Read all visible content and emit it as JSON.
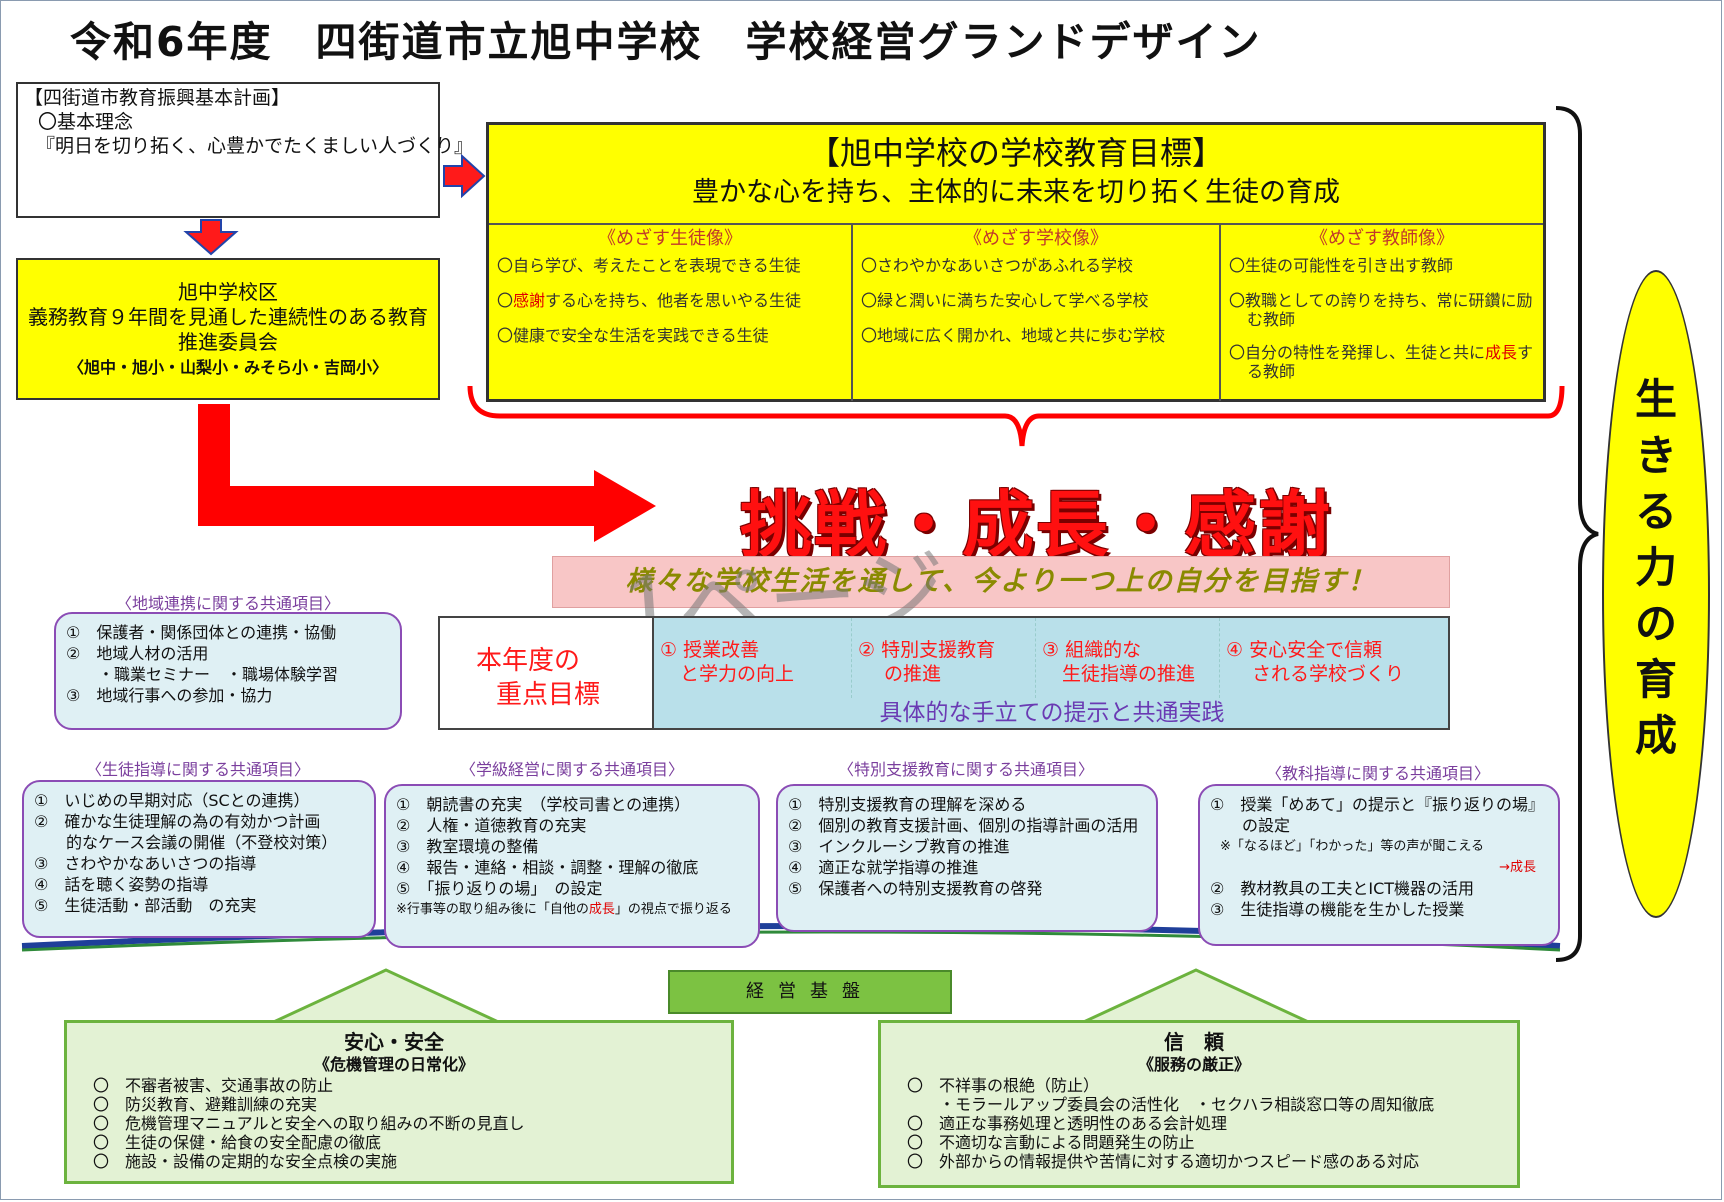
{
  "title": "令和6年度　四街道市立旭中学校　学校経営グランドデザイン",
  "plan": {
    "heading": "【四街道市教育振興基本計画】",
    "line1": "〇基本理念",
    "line2": "『明日を切り拓く、心豊かでたくましい人づくり』"
  },
  "school_zone": {
    "line1": "旭中学校区",
    "line2": "義務教育９年間を見通した連続性のある教育",
    "line3": "推進委員会",
    "line4": "〈旭中・旭小・山梨小・みそら小・吉岡小〉"
  },
  "goal": {
    "title": "【旭中学校の学校教育目標】",
    "subtitle": "豊かな心を持ち、主体的に未来を切り拓く生徒の育成",
    "columns": [
      {
        "heading": "《めざす生徒像》",
        "items": [
          {
            "pre": "〇自ら学び、考えたことを表現できる生徒",
            "red": "",
            "post": ""
          },
          {
            "pre": "〇",
            "red": "感謝",
            "post": "する心を持ち、他者を思いやる生徒"
          },
          {
            "pre": "〇健康で安全な生活を実践できる生徒",
            "red": "",
            "post": ""
          }
        ]
      },
      {
        "heading": "《めざす学校像》",
        "items": [
          {
            "pre": "〇さわやかなあいさつがあふれる学校",
            "red": "",
            "post": ""
          },
          {
            "pre": "〇緑と潤いに満ちた安心して学べる学校",
            "red": "",
            "post": ""
          },
          {
            "pre": "〇地域に広く開かれ、地域と共に歩む学校",
            "red": "",
            "post": ""
          }
        ]
      },
      {
        "heading": "《めざす教師像》",
        "items": [
          {
            "pre": "〇生徒の可能性を引き出す教師",
            "red": "",
            "post": ""
          },
          {
            "pre": "〇教職としての誇りを持ち、常に研鑽に励む教師",
            "red": "",
            "post": ""
          },
          {
            "pre": "〇自分の特性を発揮し、生徒と共に",
            "red": "成長",
            "post": "する教師"
          }
        ]
      }
    ]
  },
  "slogan": "挑戦・成長・感謝",
  "subslogan": "様々な学校生活を通して、今より一つ上の自分を目指す！",
  "watermark": "1ページ",
  "priority": {
    "label_line1": "本年度の",
    "label_line2": "重点目標",
    "items": [
      {
        "line1": "① 授業改善",
        "line2": "と学力の向上"
      },
      {
        "line1": "② 特別支援教育",
        "line2": "の推進"
      },
      {
        "line1": "③ 組織的な",
        "line2": "生徒指導の推進"
      },
      {
        "line1": "④ 安心安全で信頼",
        "line2": "される学校づくり"
      }
    ],
    "footer": "具体的な手立ての提示と共通実践"
  },
  "common": {
    "regional": {
      "title": "〈地域連携に関する共通項目〉",
      "lines": [
        "①　保護者・関係団体との連携・協働",
        "②　地域人材の活用",
        "　　・職業セミナー　・職場体験学習",
        "③　地域行事への参加・協力"
      ]
    },
    "guidance": {
      "title": "〈生徒指導に関する共通項目〉",
      "lines": [
        "①　いじめの早期対応（SCとの連携）",
        "②　確かな生徒理解の為の有効かつ計画",
        "　　的なケース会議の開催（不登校対策）",
        "③　さわやかなあいさつの指導",
        "④　話を聴く姿勢の指導",
        "⑤　生徒活動・部活動　の充実"
      ]
    },
    "class": {
      "title": "〈学級経営に関する共通項目〉",
      "lines": [
        "①　朝読書の充実　（学校司書との連携）",
        "②　人権・道徳教育の充実",
        "③　教室環境の整備",
        "④　報告・連絡・相談・調整・理解の徹底",
        "⑤　「振り返りの場」　の設定"
      ],
      "note_pre": "※行事等の取り組み後に「自他の",
      "note_red": "成長",
      "note_post": "」の視点で振り返る"
    },
    "special": {
      "title": "〈特別支援教育に関する共通項目〉",
      "lines": [
        "①　特別支援教育の理解を深める",
        "②　個別の教育支援計画、個別の指導計画の活用",
        "③　インクルーシブ教育の推進",
        "④　適正な就学指導の推進",
        "⑤　保護者への特別支援教育の啓発"
      ]
    },
    "subject": {
      "title": "〈教科指導に関する共通項目〉",
      "line1": "①　授業「めあて」の提示と『振り返りの場』",
      "line2": "　　の設定",
      "note": "※「なるほど」「わかった」等の声が聞こえる",
      "note_red": "→成長",
      "line3": "②　教材教具の工夫とICT機器の活用",
      "line4": "③　生徒指導の機能を生かした授業"
    }
  },
  "foundation": {
    "label": "経営基盤",
    "safety": {
      "title": "安心・安全",
      "subtitle": "《危機管理の日常化》",
      "lines": [
        "〇　不審者被害、交通事故の防止",
        "〇　防災教育、避難訓練の充実",
        "〇　危機管理マニュアルと安全への取り組みの不断の見直し",
        "〇　生徒の保健・給食の安全配慮の徹底",
        "〇　施設・設備の定期的な安全点検の実施"
      ]
    },
    "trust": {
      "title": "信　頼",
      "subtitle": "《服務の厳正》",
      "lines": [
        "〇　不祥事の根絶（防止）",
        "　　・モラールアップ委員会の活性化　・セクハラ相談窓口等の周知徹底",
        "〇　適正な事務処理と透明性のある会計処理",
        "〇　不適切な言動による問題発生の防止",
        "〇　外部からの情報提供や苦情に対する適切かつスピード感のある対応"
      ]
    }
  },
  "side": {
    "text": "生きる力の育成"
  },
  "colors": {
    "yellow": "#ffff00",
    "red": "#ff0000",
    "purple": "#8b4cb5",
    "green": "#6cb33e",
    "blue": "#1f3f9a"
  }
}
